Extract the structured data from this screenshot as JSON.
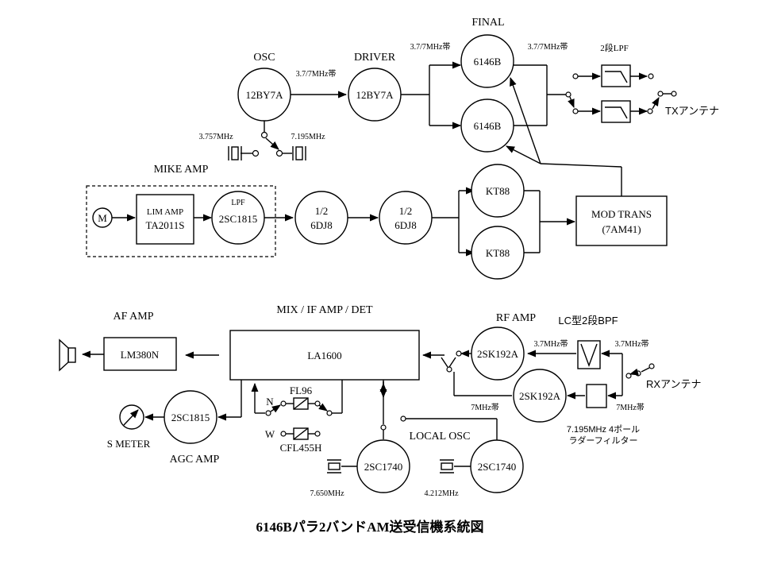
{
  "title": "6146Bパラ2バンドAM送受信機系統図",
  "tx": {
    "osc": {
      "section": "OSC",
      "tube": "12BY7A",
      "band": "3.7/7MHz帯",
      "xtal1": "3.757MHz",
      "xtal2": "7.195MHz"
    },
    "driver": {
      "section": "DRIVER",
      "tube": "12BY7A"
    },
    "final": {
      "section": "FINAL",
      "tube1": "6146B",
      "tube2": "6146B",
      "band_in": "3.7/7MHz帯",
      "band_out": "3.7/7MHz帯"
    },
    "lpf": {
      "label": "2段LPF"
    },
    "antenna": "TXアンテナ",
    "mike": {
      "section": "MIKE AMP",
      "mic": "M",
      "lim_label": "LIM AMP",
      "lim_ic": "TA2011S",
      "lpf_label": "LPF",
      "lpf_tr": "2SC1815"
    },
    "mod_driver1": {
      "line1": "1/2",
      "line2": "6DJ8"
    },
    "mod_driver2": {
      "line1": "1/2",
      "line2": "6DJ8"
    },
    "mod_pp": {
      "tube1": "KT88",
      "tube2": "KT88"
    },
    "mod_trans": {
      "line1": "MOD TRANS",
      "line2": "(7AM41)"
    }
  },
  "rx": {
    "mix": {
      "section": "MIX / IF AMP / DET",
      "ic": "LA1600"
    },
    "af": {
      "section": "AF AMP",
      "ic": "LM380N"
    },
    "agc": {
      "section": "AGC AMP",
      "tr": "2SC1815",
      "meter": "S METER"
    },
    "filter": {
      "sw_n": "N",
      "sw_w": "W",
      "narrow": "FL96",
      "wide": "CFL455H"
    },
    "local": {
      "section": "LOCAL OSC",
      "tr1": "2SC1740",
      "tr2": "2SC1740",
      "xtal1": "7.650MHz",
      "xtal2": "4.212MHz"
    },
    "rf": {
      "section": "RF AMP",
      "tr1": "2SK192A",
      "tr2": "2SK192A",
      "band1_in": "3.7MHz帯",
      "band1_out": "3.7MHz帯",
      "band2_in": "7MHz帯",
      "band2_out": "7MHz帯"
    },
    "bpf": {
      "label": "LC型2段BPF"
    },
    "ladder": {
      "line1": "7.195MHz 4ポール",
      "line2": "ラダーフィルター"
    },
    "antenna": "RXアンテナ"
  }
}
